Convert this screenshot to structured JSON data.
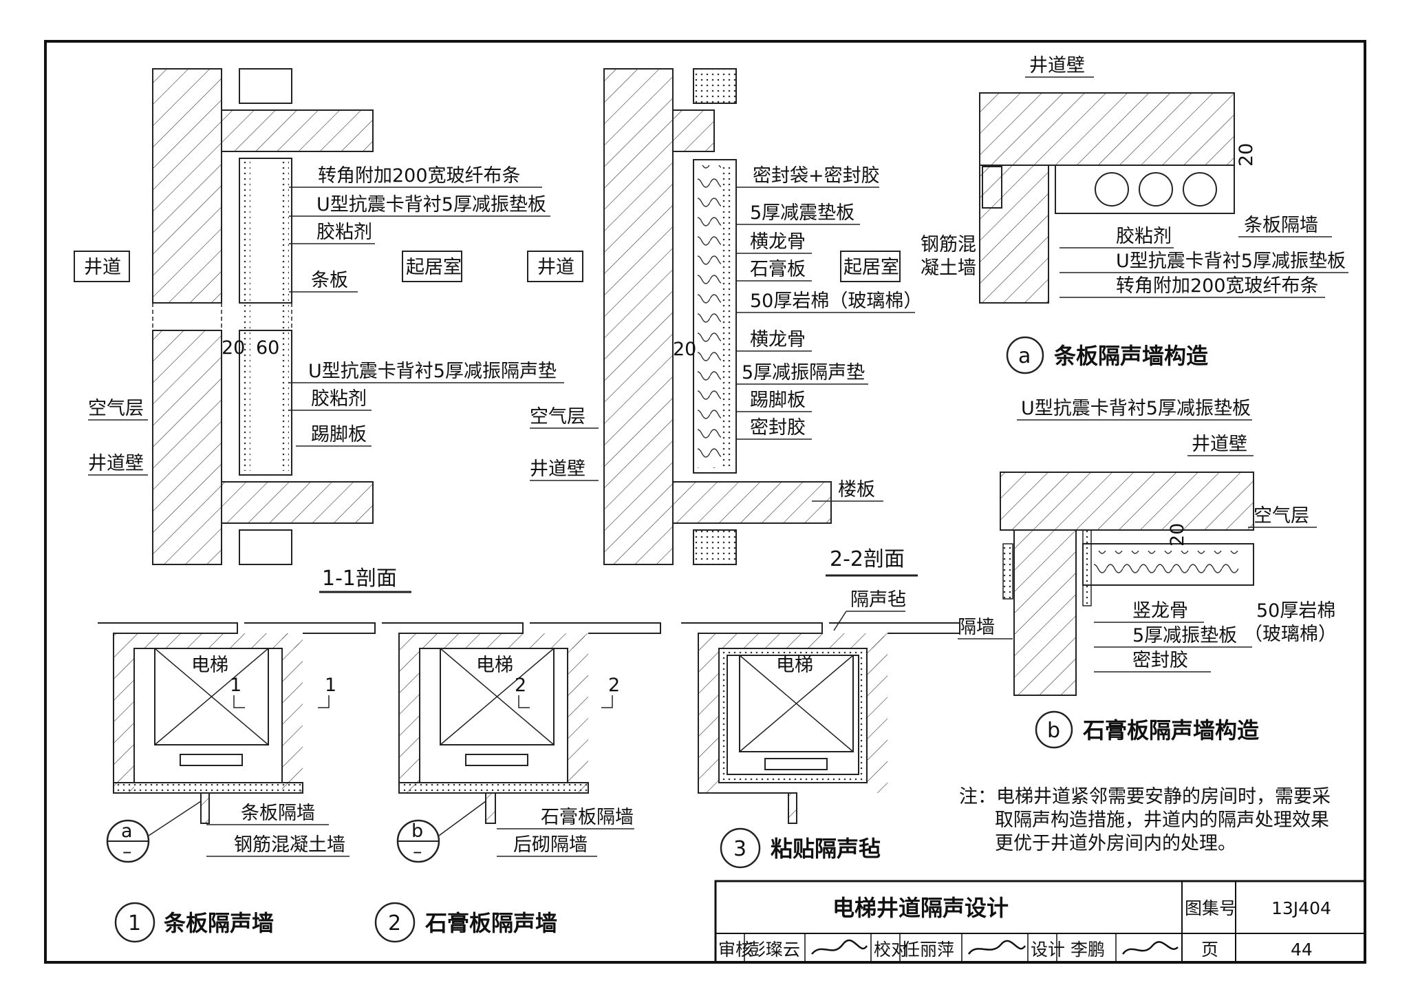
{
  "labels": {
    "s1": {
      "shaft": "井道",
      "room": "起居室",
      "corner": "转角附加200宽玻纤布条",
      "u_clip": "U型抗震卡背衬5厚减振垫板",
      "glue": "胶粘剂",
      "strip": "条板",
      "dim20": "20",
      "dim60": "60",
      "u_clip2": "U型抗震卡背衬5厚减振隔声垫",
      "glue2": "胶粘剂",
      "air": "空气层",
      "kick": "踢脚板",
      "wall": "井道壁",
      "title": "1-1剖面"
    },
    "s2": {
      "shaft": "井道",
      "room": "起居室",
      "seal_bag": "密封袋+密封胶",
      "damp": "5厚减震垫板",
      "keel": "横龙骨",
      "gypsum": "石膏板",
      "wool": "50厚岩棉（玻璃棉）",
      "dim20": "20",
      "keel2": "横龙骨",
      "pad": "5厚减振隔声垫",
      "kick": "踢脚板",
      "seal": "密封胶",
      "air": "空气层",
      "wall": "井道壁",
      "slab": "楼板",
      "title": "2-2剖面"
    },
    "a": {
      "wall": "井道壁",
      "dim": "20",
      "rc": "钢筋混凝土墙",
      "strip": "条板隔墙",
      "glue": "胶粘剂",
      "u_clip": "U型抗震卡背衬5厚减振垫板",
      "corner": "转角附加200宽玻纤布条",
      "mark": "a",
      "title": "条板隔声墙构造"
    },
    "b": {
      "u_clip": "U型抗震卡背衬5厚减振垫板",
      "wall": "井道壁",
      "air": "空气层",
      "dim": "20",
      "partition": "隔墙",
      "stud": "竖龙骨",
      "wool": "50厚岩棉（玻璃棉）",
      "damp": "5厚减振垫板",
      "seal": "密封胶",
      "mark": "b",
      "title": "石膏板隔声墙构造"
    },
    "p1": {
      "elevator": "电梯",
      "sec": "1",
      "strip": "条板隔墙",
      "rc": "钢筋混凝土墙",
      "ref_top": "a",
      "ref_bot": "–",
      "num": "1",
      "title": "条板隔声墙"
    },
    "p2": {
      "elevator": "电梯",
      "sec": "2",
      "gypsum": "石膏板隔墙",
      "post": "后砌隔墙",
      "ref_top": "b",
      "ref_bot": "–",
      "num": "2",
      "title": "石膏板隔声墙"
    },
    "p3": {
      "elevator": "电梯",
      "felt": "隔声毡",
      "num": "3",
      "title": "粘贴隔声毡"
    }
  },
  "note": {
    "line1": "注：电梯井道紧邻需要安静的房间时，需要采",
    "line2": "取隔声构造措施，井道内的隔声处理效果",
    "line3": "更优于井道外房间内的处理。"
  },
  "title_block": {
    "title": "电梯井道隔声设计",
    "atlas_label": "图集号",
    "atlas_no": "13J404",
    "review_label": "审核",
    "reviewer": "彭璨云",
    "check_label": "校对",
    "checker": "任丽萍",
    "design_label": "设计",
    "designer": "李鹏",
    "page_label": "页",
    "page_no": "44"
  }
}
